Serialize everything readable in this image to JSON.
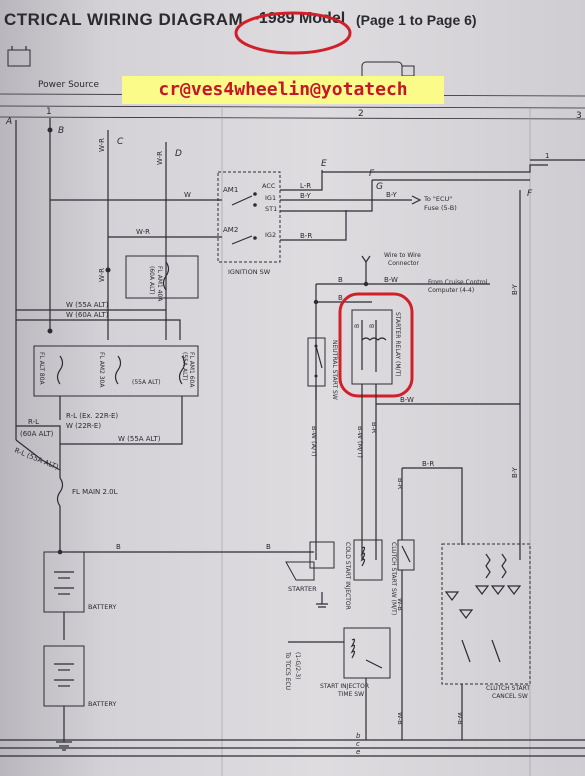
{
  "header": {
    "title_main": "CTRICAL WIRING DIAGRAM",
    "title_dash": "–",
    "model": "1989 Model",
    "page_range": "(Page 1 to Page 6)"
  },
  "watermark": "cr@ves4wheelin@yotatech",
  "grid": {
    "power_source": "Power Source",
    "col1": "1",
    "col2": "2",
    "col3": "3"
  },
  "columns": {
    "A": "A",
    "B": "B",
    "C": "C",
    "D": "D",
    "E": "E",
    "F": "F",
    "G": "G",
    "F2": "F"
  },
  "ignition_sw": {
    "name": "IGNITION SW",
    "am1": "AM1",
    "am2": "AM2",
    "acc": "ACC",
    "ig1": "IG1",
    "st1": "ST1",
    "ig2": "IG2"
  },
  "wire_colors": {
    "w": "W",
    "wr": "W-R",
    "lr": "L-R",
    "by": "B-Y",
    "br": "B-R",
    "b": "B",
    "bw": "B-W",
    "bwat": "B-W (A/T)",
    "bwmt": "B-W (M/T)",
    "wb": "W-B",
    "w55": "W (55A ALT)",
    "w60": "W (60A ALT)",
    "w55b": "W (55A ALT)",
    "rl_ex": "R-L (Ex. 22R-E)",
    "w_22re": "W (22R-E)",
    "rl": "R-L",
    "alt60": "(60A ALT)",
    "rl55": "R-L (55A ALT)",
    "by_right": "B-Y",
    "br_right": "B-R"
  },
  "fuses": {
    "fl_am1": "FL AM1 40A",
    "fl_am1_sub": "(60A ALT)",
    "fl_alt": "FL ALT 80A",
    "fl_am2": "FL AM2 30A",
    "fl_am1_60": "FL AM1 60A",
    "fl_am1_60_sub": "(55A ALT)",
    "alt55": "(55A ALT)",
    "fl_main": "FL MAIN 2.0L"
  },
  "notes": {
    "to_ecu": "To \"ECU\"",
    "fuse_ref": "Fuse (5-B)",
    "wire_connector_1": "Wire to Wire",
    "wire_connector_2": "Connector",
    "cruise_1": "From Cruise Control",
    "cruise_2": "Computer (4-4)",
    "tccs_1": "To TCCS ECU",
    "tccs_2": "(1-G/2-3)"
  },
  "components": {
    "neutral_start": "NEUTRAL START SW",
    "starter_relay": "STARTER RELAY (M/T)",
    "starter": "STARTER",
    "cold_start": "COLD START INJECTOR",
    "clutch_start": "CLUTCH START SW (M/T)",
    "battery1": "BATTERY",
    "battery2": "BATTERY",
    "start_injector": "START INJECTOR",
    "start_injector_2": "TIME SW",
    "clutch_cancel_1": "CLUTCH START",
    "clutch_cancel_2": "CANCEL SW"
  },
  "bottom_labels": {
    "b": "b",
    "c": "c",
    "e": "e"
  },
  "colors": {
    "annotation": "#d0202a",
    "watermark_bg": "#fbfb8a",
    "watermark_text": "#c5162a",
    "ink": "#2c2c34"
  }
}
